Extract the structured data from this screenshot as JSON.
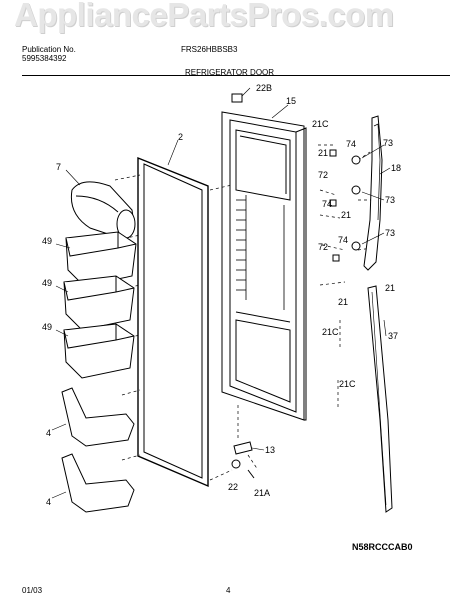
{
  "watermark": "AppliancePartsPros.com",
  "header": {
    "publication_label": "Publication No.",
    "publication_number": "5995384392",
    "model": "FRS26HBBSB3",
    "section_title": "REFRIGERATOR DOOR"
  },
  "footer": {
    "date": "01/03",
    "page": "4",
    "code": "N58RCCCAB0"
  },
  "callouts": [
    {
      "id": "22b",
      "label": "22B"
    },
    {
      "id": "15",
      "label": "15"
    },
    {
      "id": "2",
      "label": "2"
    },
    {
      "id": "21c-top",
      "label": "21C"
    },
    {
      "id": "21-top",
      "label": "21"
    },
    {
      "id": "74-top",
      "label": "74"
    },
    {
      "id": "73-top",
      "label": "73"
    },
    {
      "id": "18",
      "label": "18"
    },
    {
      "id": "72-top",
      "label": "72"
    },
    {
      "id": "74-mid",
      "label": "74"
    },
    {
      "id": "73-mid",
      "label": "73"
    },
    {
      "id": "21-mid",
      "label": "21"
    },
    {
      "id": "72-low",
      "label": "72"
    },
    {
      "id": "74-low",
      "label": "74"
    },
    {
      "id": "73-low",
      "label": "73"
    },
    {
      "id": "21-low",
      "label": "21"
    },
    {
      "id": "21-right",
      "label": "21"
    },
    {
      "id": "37",
      "label": "37"
    },
    {
      "id": "21c-mid",
      "label": "21C"
    },
    {
      "id": "21c-low",
      "label": "21C"
    },
    {
      "id": "7",
      "label": "7"
    },
    {
      "id": "49-a",
      "label": "49"
    },
    {
      "id": "49-b",
      "label": "49"
    },
    {
      "id": "49-c",
      "label": "49"
    },
    {
      "id": "4-a",
      "label": "4"
    },
    {
      "id": "4-b",
      "label": "4"
    },
    {
      "id": "13",
      "label": "13"
    },
    {
      "id": "22",
      "label": "22"
    },
    {
      "id": "21a",
      "label": "21A"
    }
  ]
}
